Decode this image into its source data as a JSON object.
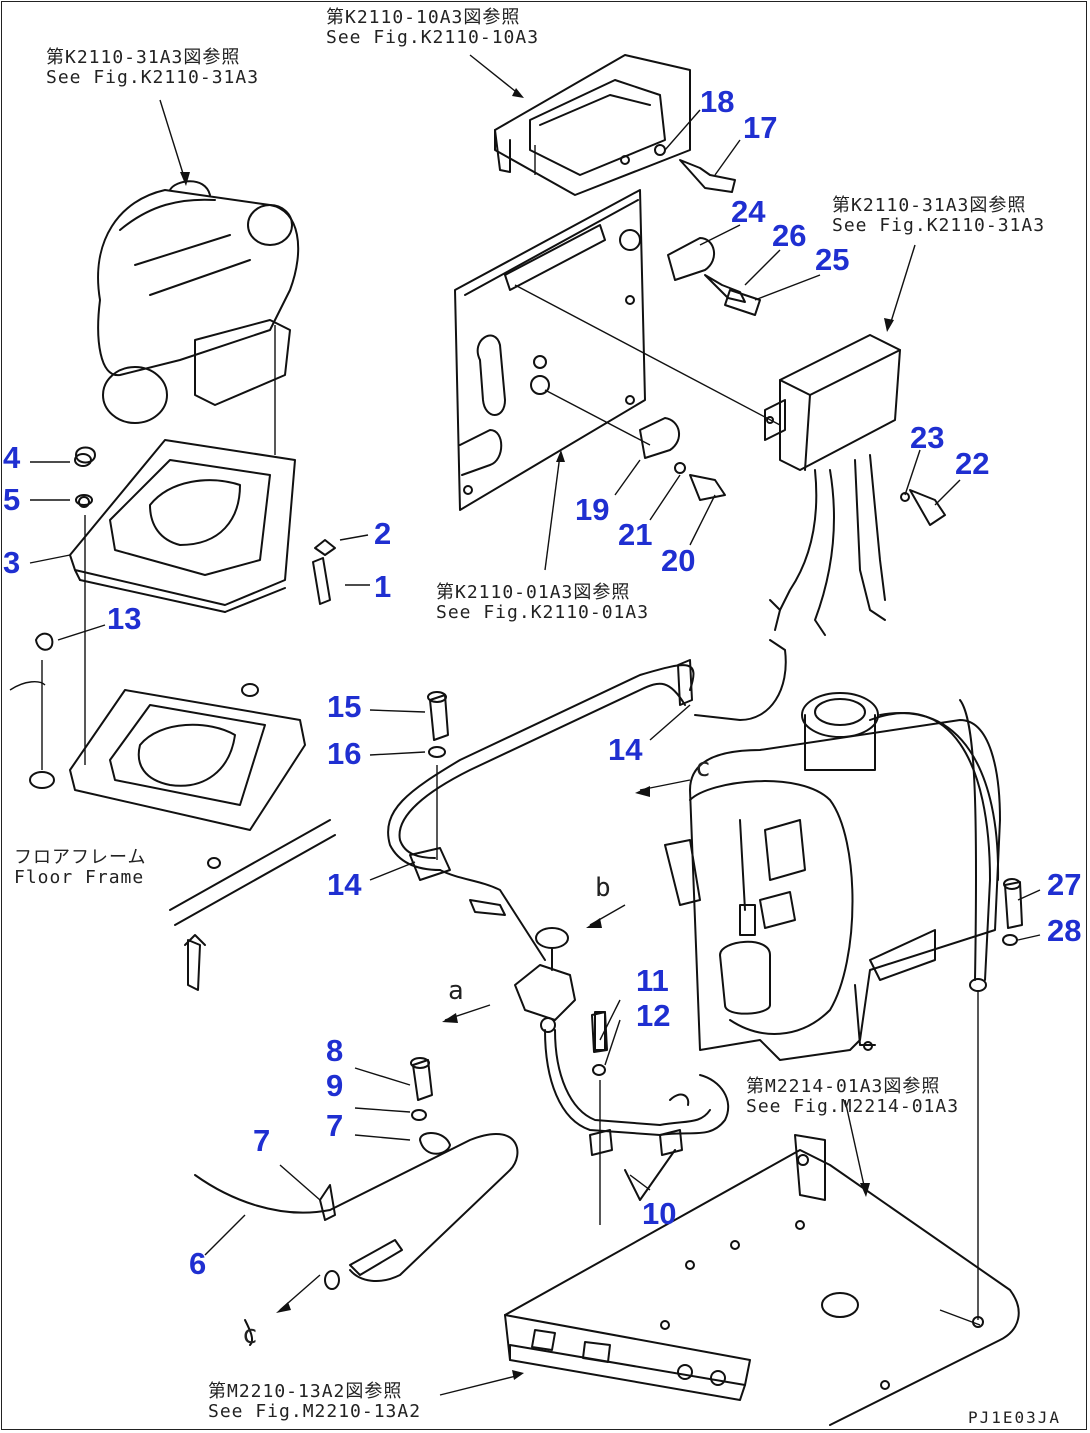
{
  "drawing_code": "PJ1E03JA",
  "references": [
    {
      "id": "ref-top-left",
      "jp": "第K2110-31A3図参照",
      "en": "See Fig.K2110-31A3"
    },
    {
      "id": "ref-top-center",
      "jp": "第K2110-10A3図参照",
      "en": "See Fig.K2110-10A3"
    },
    {
      "id": "ref-right",
      "jp": "第K2110-31A3図参照",
      "en": "See Fig.K2110-31A3"
    },
    {
      "id": "ref-center",
      "jp": "第K2110-01A3図参照",
      "en": "See Fig.K2110-01A3"
    },
    {
      "id": "ref-floor-frame",
      "jp": "フロアフレーム",
      "en": "Floor Frame"
    },
    {
      "id": "ref-lower-right",
      "jp": "第M2214-01A3図参照",
      "en": "See Fig.M2214-01A3"
    },
    {
      "id": "ref-bottom",
      "jp": "第M2210-13A2図参照",
      "en": "See Fig.M2210-13A2"
    }
  ],
  "view_letters": [
    "a",
    "b",
    "c",
    "c"
  ],
  "part_numbers": [
    "1",
    "2",
    "3",
    "4",
    "5",
    "6",
    "7",
    "7",
    "8",
    "9",
    "10",
    "11",
    "12",
    "13",
    "14",
    "14",
    "15",
    "16",
    "17",
    "18",
    "19",
    "20",
    "21",
    "22",
    "23",
    "24",
    "25",
    "26",
    "27",
    "28"
  ],
  "colors": {
    "callout": "#1f2fd1",
    "line": "#111111"
  }
}
